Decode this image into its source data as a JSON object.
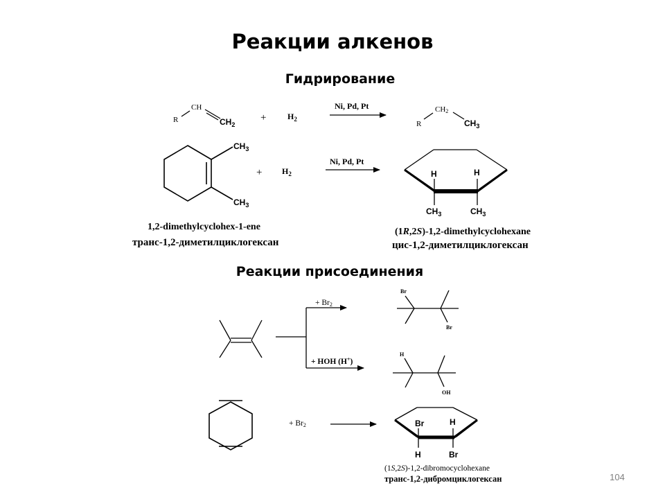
{
  "title": "Реакции алкенов",
  "section_hydrogenation": "Гидрирование",
  "section_addition": "Реакции присоединения",
  "page_number": "104",
  "r1": {
    "r_label": "R",
    "ch": "CH",
    "ch2": "CH",
    "sub2": "2",
    "plus": "+",
    "h2": "H",
    "h2_sub": "2",
    "catalyst": "Ni, Pd, Pt",
    "p_r": "R",
    "p_ch2": "CH",
    "p_ch2_sub": "2",
    "p_ch3": "CH",
    "p_ch3_sub": "3"
  },
  "r2": {
    "ch3_top": "CH",
    "ch3_bottom": "CH",
    "sub3": "3",
    "plus": "+",
    "h2": "H",
    "h2_sub": "2",
    "catalyst": "Ni, Pd, Pt",
    "reactant_en": "1,2-dimethylcyclohex-1-ene",
    "reactant_ru": "транс-1,2-диметилциклогексан",
    "p_h1": "H",
    "p_h2": "H",
    "p_ch3_1": "CH",
    "p_ch3_2": "CH",
    "p_sub3": "3",
    "product_en_prefix": "(1",
    "product_en_R": "R",
    "product_en_mid": ",2",
    "product_en_S": "S",
    "product_en_suffix": ")-1,2-dimethylcyclohexane",
    "product_ru": "цис-1,2-диметилциклогексан"
  },
  "r3": {
    "reagent_br2": "+ Br",
    "reagent_br2_sub": "2",
    "reagent_hoh": "+ HOH (H",
    "reagent_hoh_sup": "+",
    "reagent_hoh_close": ")",
    "p1_br_top": "Br",
    "p1_br_bottom": "Br",
    "p2_h": "H",
    "p2_oh": "OH"
  },
  "r4": {
    "reagent": "+ Br",
    "reagent_sub": "2",
    "p_br1": "Br",
    "p_h1": "H",
    "p_h2": "H",
    "p_br2": "Br",
    "product_en_prefix": "(1",
    "product_en_S1": "S",
    "product_en_mid": ",2",
    "product_en_S2": "S",
    "product_en_suffix": ")-1,2-dibromocyclohexane",
    "product_ru": "транс-1,2-дибромциклогексан"
  }
}
